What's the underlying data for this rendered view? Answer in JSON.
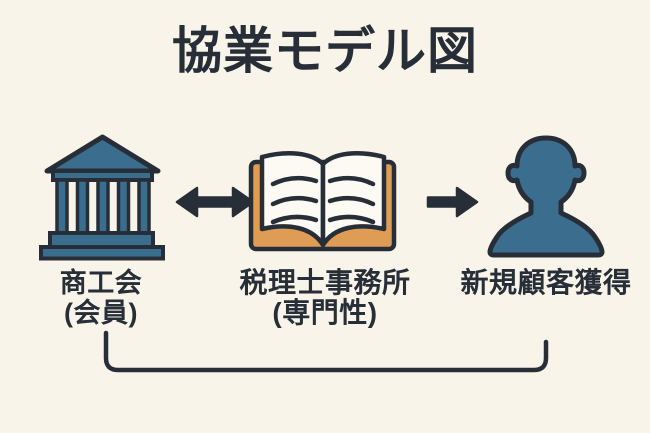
{
  "diagram": {
    "title": "協業モデル図",
    "nodes": [
      {
        "id": "chamber-of-commerce",
        "icon": "bank-building-icon",
        "label": "商工会",
        "sublabel": "(会員)"
      },
      {
        "id": "tax-accountant-office",
        "icon": "open-book-icon",
        "label": "税理士事務所",
        "sublabel": "(専門性)"
      },
      {
        "id": "new-customer-acquisition",
        "icon": "person-icon",
        "label": "新規顧客獲得",
        "sublabel": ""
      }
    ],
    "connectors": [
      {
        "type": "double-headed-arrow",
        "from": "chamber-of-commerce",
        "to": "tax-accountant-office"
      },
      {
        "type": "right-arrow",
        "from": "tax-accountant-office",
        "to": "new-customer-acquisition"
      },
      {
        "type": "bottom-bracket",
        "from": "chamber-of-commerce",
        "to": "new-customer-acquisition"
      }
    ]
  },
  "colors": {
    "background": "#f8f4e9",
    "ink": "#272e37",
    "steel_blue": "#3b6e8e",
    "book_cover_orange": "#df9c55",
    "book_page": "#fcfaf3"
  }
}
